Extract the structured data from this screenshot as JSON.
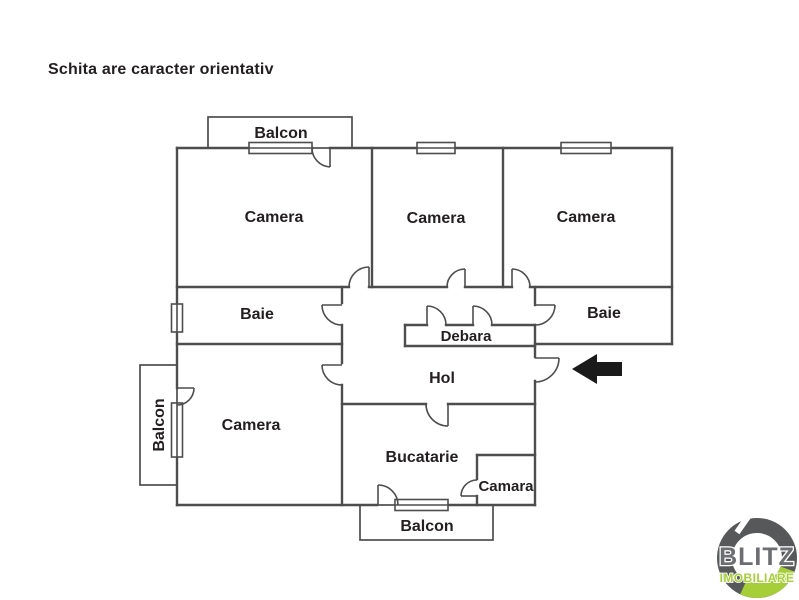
{
  "title": "Schita are caracter orientativ",
  "rooms": {
    "camera_top_left": "Camera",
    "camera_top_middle": "Camera",
    "camera_top_right": "Camera",
    "baie_left": "Baie",
    "baie_right": "Baie",
    "debara": "Debara",
    "hol": "Hol",
    "camera_bottom_left": "Camera",
    "bucatarie": "Bucatarie",
    "camara": "Camara",
    "balcon_top": "Balcon",
    "balcon_left": "Balcon",
    "balcon_bottom": "Balcon"
  },
  "entrance": {
    "arrow_direction": "left"
  },
  "logo": {
    "brand": "BLITZ",
    "tagline": "IMOBILIARE"
  },
  "colors": {
    "wall": "#4d4d4d",
    "text": "#231f20",
    "arrow": "#1a1a1a",
    "logo_gray": "#57585a",
    "logo_text_gray": "#6d6e71",
    "logo_green": "#a6ce39",
    "background": "#ffffff"
  }
}
